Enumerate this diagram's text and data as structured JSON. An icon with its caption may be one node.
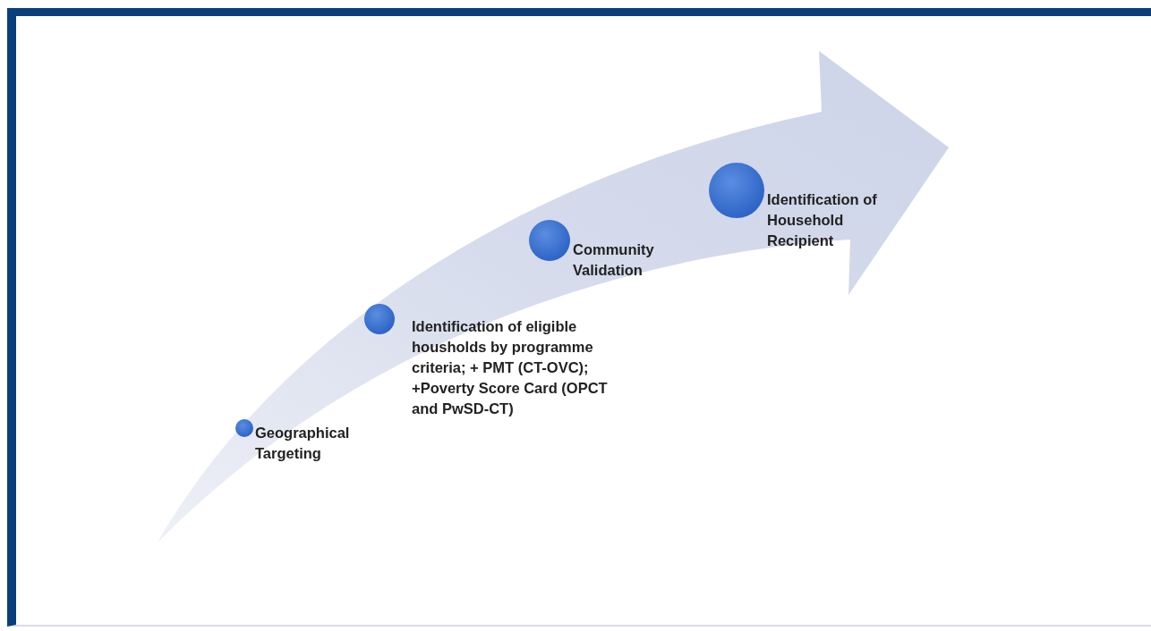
{
  "diagram": {
    "nodes": [
      {
        "text": [
          "Geographical Targeting"
        ]
      },
      {
        "text": [
          "Identification of eligible housholds by programme criteria; + PMT (CT-OVC); +Poverty Score Card (OPCT and PwSD-CT)"
        ]
      },
      {
        "text": [
          "Community Validation"
        ]
      },
      {
        "text": [
          "Identification of Household Recipient"
        ]
      }
    ]
  }
}
